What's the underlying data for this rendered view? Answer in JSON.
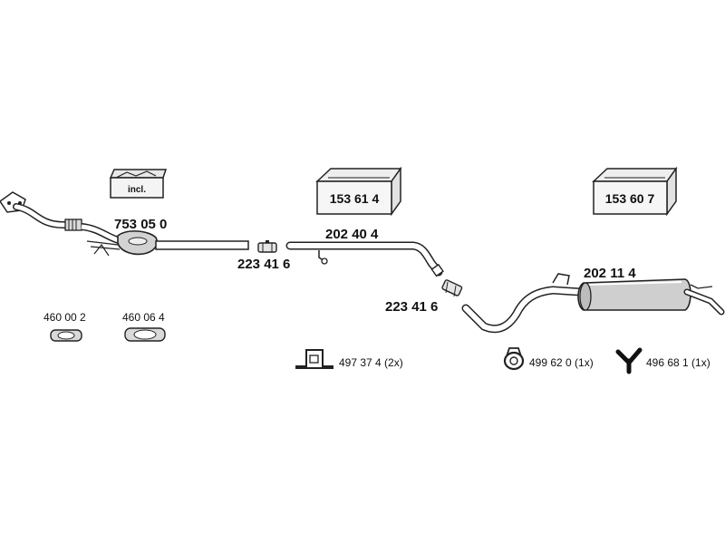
{
  "parts": {
    "front_pipe_catalyst": "753 05 0",
    "clamp_a": "223 41 6",
    "middle_pipe": "202 40 4",
    "clamp_b": "223 41 6",
    "rear_silencer": "202 11 4",
    "seal_a": "460 00 2",
    "seal_b": "460 06 4",
    "mounting_bracket": "497 37 4 (2x)",
    "rubber_ring": "499 62 0 (1x)",
    "rubber_hanger": "496 68 1 (1x)"
  },
  "kits": {
    "kit_incl_label": "incl.",
    "kit_center": "153 61 4",
    "kit_right": "153 60 7"
  },
  "colors": {
    "line": "#1a1a1a",
    "pipe_fill": "#ffffff",
    "silencer_fill": "#cfcfcf",
    "kit_box_fill": "#f4f4f4"
  },
  "icons": [
    "box-icon",
    "clamp-icon",
    "seal-icon",
    "bracket-icon",
    "rubber-ring-icon",
    "hanger-icon"
  ]
}
